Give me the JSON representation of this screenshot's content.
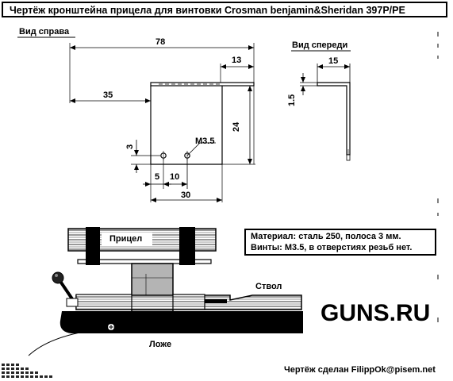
{
  "title": "Чертёж кронштейна прицела для винтовки Crosman benjamin&Sheridan 397P/PE",
  "views": {
    "right": "Вид справа",
    "front": "Вид спереди"
  },
  "dimensions": {
    "d78": "78",
    "d13": "13",
    "d35": "35",
    "d24": "24",
    "d3": "3",
    "thread": "M3.5",
    "d5": "5",
    "d10": "10",
    "d30": "30",
    "d15": "15",
    "d1_5": "1.5"
  },
  "labels": {
    "scope": "Прицел",
    "barrel": "Ствол",
    "stock": "Ложе"
  },
  "note": {
    "material": "Материал: сталь 250, полоса 3 мм.",
    "screws": "Винты: М3.5, в отверстиях резьб нет."
  },
  "brand": "GUNS.RU",
  "credit": "Чертёж сделан FilippOk@pisem.net",
  "colors": {
    "ink": "#000000",
    "bracket": "#b4b4b4",
    "paper": "#ffffff"
  }
}
